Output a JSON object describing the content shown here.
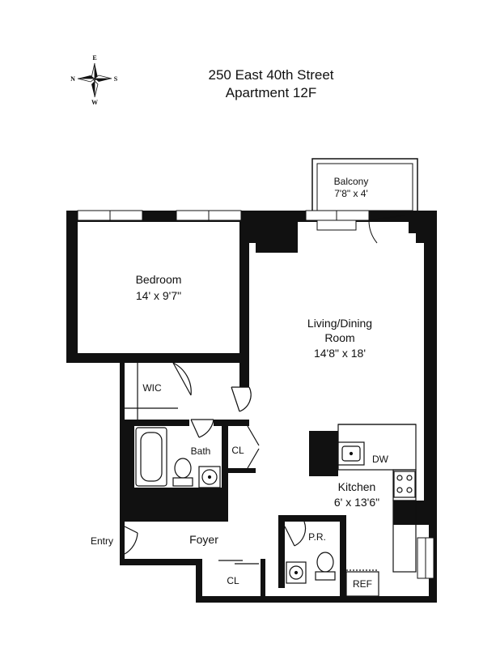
{
  "header": {
    "address": "250 East 40th Street",
    "unit": "Apartment 12F"
  },
  "compass": {
    "n": "N",
    "e": "E",
    "s": "S",
    "w": "W"
  },
  "rooms": {
    "balcony": {
      "name": "Balcony",
      "dims": "7'8\" x 4'"
    },
    "bedroom": {
      "name": "Bedroom",
      "dims": "14' x 9'7\""
    },
    "living": {
      "name_line1": "Living/Dining",
      "name_line2": "Room",
      "dims": "14'8\" x 18'"
    },
    "wic": "WIC",
    "bath": "Bath",
    "closet1": "CL",
    "kitchen": {
      "name": "Kitchen",
      "dims": "6' x 13'6\""
    },
    "dw": "DW",
    "entry": "Entry",
    "foyer": "Foyer",
    "powder": "P.R.",
    "closet2": "CL",
    "ref": "REF"
  }
}
